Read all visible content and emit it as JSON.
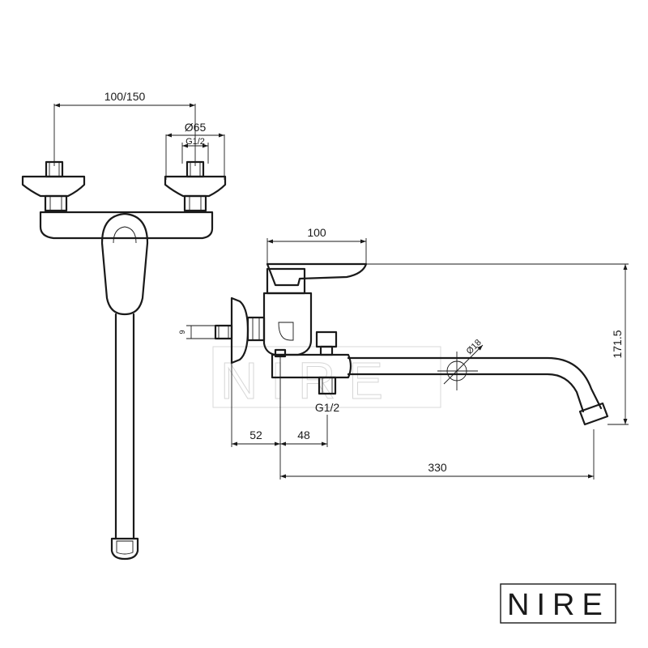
{
  "dimensions": {
    "handle_spacing": "100/150",
    "flange_diameter": "Ø65",
    "inlet_thread_top": "G1/2",
    "handle_length": "100",
    "total_height": "171.5",
    "spout_diameter": "Ø18",
    "wall_offset": "52",
    "outlet_offset": "48",
    "spout_reach": "330",
    "outlet_thread": "G1/2",
    "inlet_length": "9"
  },
  "branding": {
    "logo": "NIRE",
    "watermark": "NIRE"
  }
}
